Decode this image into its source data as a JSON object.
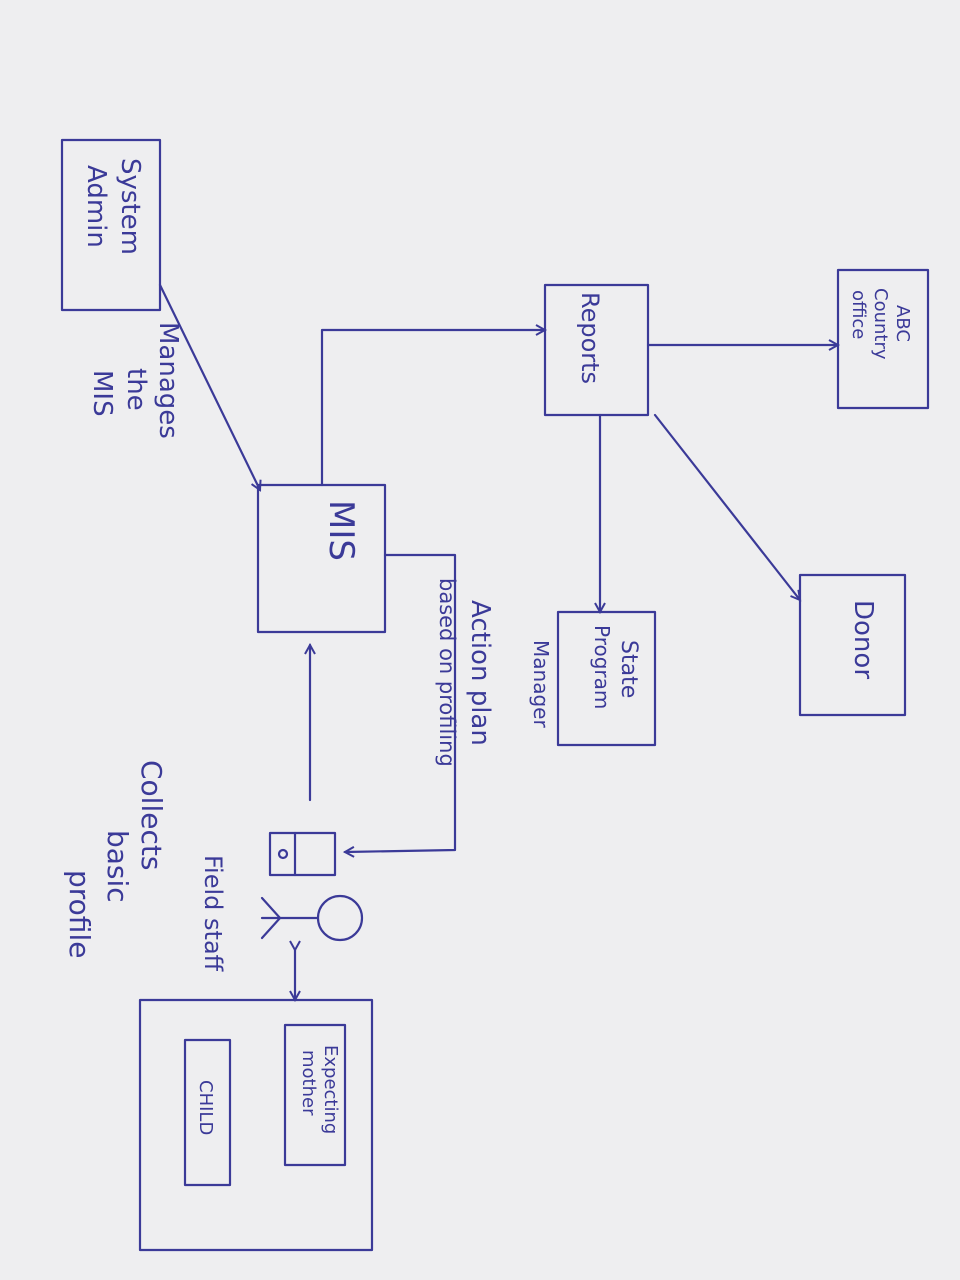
{
  "diagram": {
    "ink_color": "#3b3a98",
    "paper_color": "#eeeef0",
    "nodes": {
      "system_admin": [
        "System",
        "Admin"
      ],
      "mis": "MIS",
      "reports": "Reports",
      "abc_office": [
        "ABC",
        "Country",
        "office"
      ],
      "donor": "Donor",
      "state_manager": [
        "State",
        "Program",
        "Manager"
      ],
      "field_staff": "Field staff",
      "expecting_mother": [
        "Expecting",
        "mother"
      ],
      "child": "CHILD"
    },
    "edge_labels": {
      "manages": [
        "Manages",
        "the",
        "MIS"
      ],
      "action_plan": [
        "Action plan",
        "based on profiling"
      ],
      "collects": [
        "Collects",
        "basic",
        "profile"
      ]
    }
  }
}
